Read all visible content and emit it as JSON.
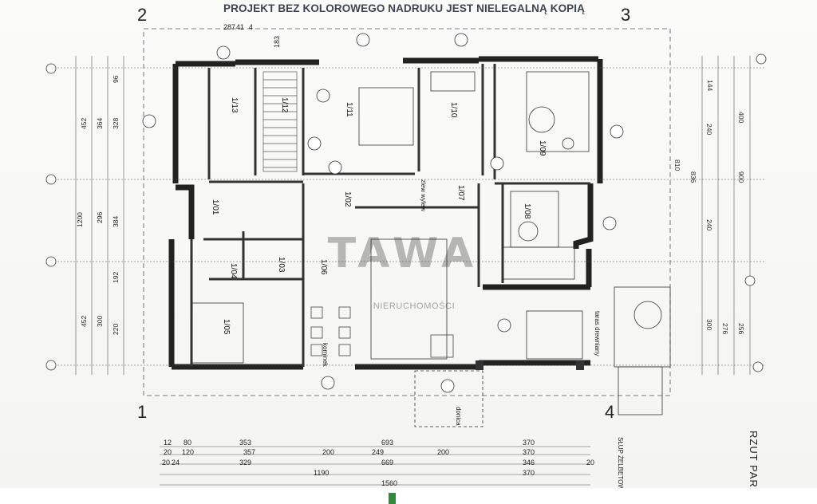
{
  "notice": "PROJEKT BEZ KOLOROWEGO NADRUKU JEST NIELEGALNĄ KOPIĄ",
  "watermark": "TAWA",
  "watermark_sub": "NIERUCHOMOŚCI",
  "sheet_title": "RZUT PARTE",
  "axis_labels": [
    "2",
    "3",
    "1",
    "4"
  ],
  "rooms": [
    {
      "id": "1/13"
    },
    {
      "id": "1/12"
    },
    {
      "id": "1/11"
    },
    {
      "id": "1/10"
    },
    {
      "id": "1/09"
    },
    {
      "id": "1/08"
    },
    {
      "id": "1/07"
    },
    {
      "id": "1/02"
    },
    {
      "id": "1/03"
    },
    {
      "id": "1/04"
    },
    {
      "id": "1/05"
    },
    {
      "id": "1/06"
    },
    {
      "id": "1/01"
    }
  ],
  "bottom_dims": {
    "row1": [
      "12",
      "80",
      "353",
      "693",
      "370"
    ],
    "row2": [
      "20",
      "120",
      "357",
      "200",
      "249",
      "200",
      "370"
    ],
    "row3": [
      "20",
      "24",
      "329",
      "669",
      "346",
      "20"
    ],
    "row4": [
      "1190",
      "370"
    ],
    "row5": [
      "1560"
    ]
  },
  "left_dims": [
    "452",
    "364",
    "328",
    "96",
    "1200",
    "296",
    "384",
    "192",
    "452",
    "220",
    "300"
  ],
  "right_dims": [
    "144",
    "400",
    "240",
    "810",
    "836",
    "900",
    "240",
    "276",
    "300",
    "256"
  ],
  "top_dims": [
    "287",
    "183",
    "41",
    "4"
  ],
  "annotations": [
    "taras drewniany",
    "SŁUP ŻELBETOWY",
    "zlew wylew",
    "donica",
    "kominek"
  ]
}
